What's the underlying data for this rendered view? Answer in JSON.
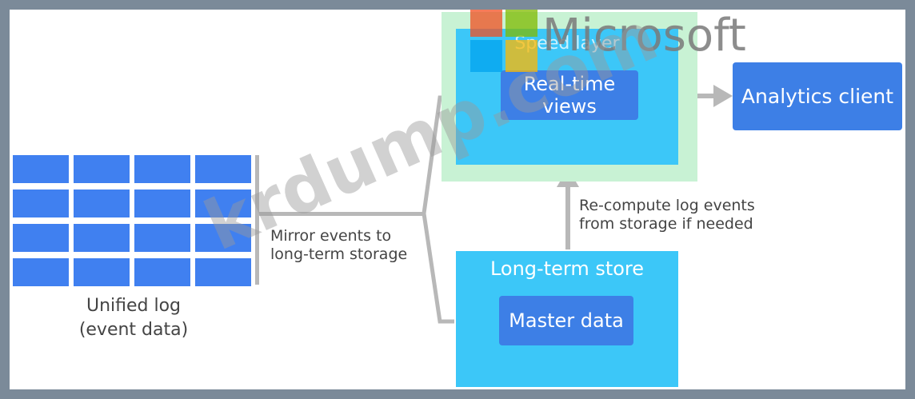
{
  "diagram": {
    "unified_log": {
      "line1": "Unified log",
      "line2": "(event data)"
    },
    "mirror_label": {
      "line1": "Mirror events to",
      "line2": "long-term storage"
    },
    "speed_layer": {
      "title": "Speed layer",
      "inner": {
        "line1": "Real-time",
        "line2": "views"
      }
    },
    "analytics_client": "Analytics client",
    "recompute_label": {
      "line1": "Re-compute log events",
      "line2": "from storage if needed"
    },
    "long_term_store": {
      "title": "Long-term store",
      "inner": "Master data"
    }
  },
  "watermark": {
    "brand": "Microsoft",
    "site": "krdump.com"
  },
  "colors": {
    "background_frame": "#7b8a99",
    "canvas": "#ffffff",
    "grid_blue": "#4080f0",
    "box_blue": "#3d7fe6",
    "layer_cyan": "#3cc7f8",
    "speed_highlight": "#c8f2d4",
    "connector_gray": "#b8b8b8",
    "ms_red": "#f25022",
    "ms_green": "#7fba00",
    "ms_blue": "#00a4ef",
    "ms_yellow": "#ffb900"
  }
}
